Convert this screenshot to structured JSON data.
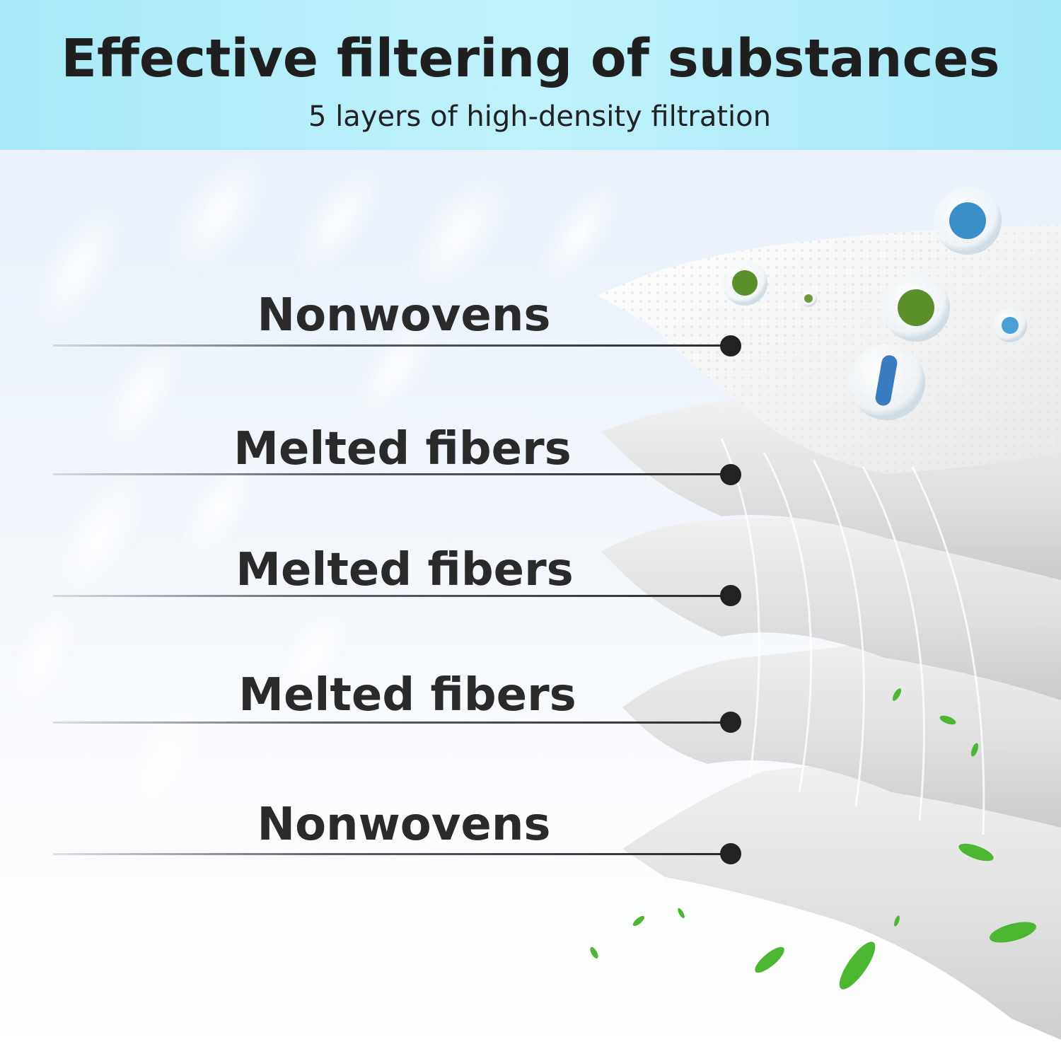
{
  "header": {
    "title": "Effective filtering of substances",
    "subtitle": "5 layers of high-density filtration"
  },
  "layers": [
    {
      "label": "Nonwovens"
    },
    {
      "label": "Melted fibers"
    },
    {
      "label": "Melted fibers"
    },
    {
      "label": "Melted fibers"
    },
    {
      "label": "Nonwovens"
    }
  ],
  "colors": {
    "header_bg": "#b3eef9",
    "text": "#222222",
    "germ_green": "#5a8f2a",
    "germ_blue": "#3b8fc7",
    "leaf_green": "#4cb832"
  }
}
